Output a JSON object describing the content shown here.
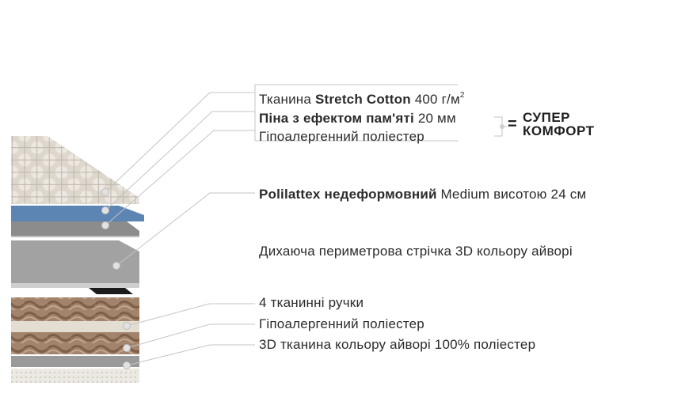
{
  "layers": [
    {
      "bold": "",
      "pre": "Тканина ",
      "strong": "Stretch Cotton",
      "rest": " 400 г/м",
      "sup": "2"
    },
    {
      "strong": "Піна з ефектом пам'яті",
      "rest": " 20 мм"
    },
    {
      "text": "Гіпоалергенний поліестер"
    },
    {
      "strong": "Polilattex недеформовний",
      "rest": " Medium висотою 24 см"
    },
    {
      "text": "Дихаюча периметрова стрічка 3D кольору айворі"
    },
    {
      "text": "4 тканинні ручки"
    },
    {
      "text": "Гіпоалергенний поліестер"
    },
    {
      "text": "3D тканина кольору айворі 100% поліестер"
    }
  ],
  "combo": {
    "equals": "=",
    "line1": "СУПЕР",
    "line2": "КОМФОРТ"
  },
  "colors": {
    "quilt": "#dcd6cc",
    "memory_foam": "#5d85b3",
    "grey_layer": "#8a8a8a",
    "core": "#a3a3a3",
    "brown_fabric": "#9b7a62",
    "base_fabric": "#e8e6df",
    "leader_line": "#c8c8c8"
  }
}
